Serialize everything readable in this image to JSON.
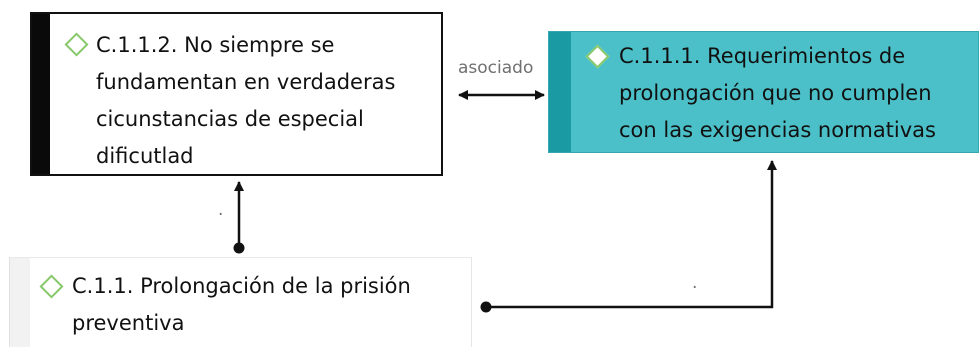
{
  "nodes": {
    "c112": {
      "text": "C.1.1.2. No siempre se\nfundamentan en verdaderas\ncicunstancias de especial\ndificutlad",
      "icon": "diamond-icon"
    },
    "c111": {
      "text": "C.1.1.1. Requerimientos de\nprolongación que no cumplen\ncon las exigencias normativas",
      "icon": "diamond-icon"
    },
    "c11": {
      "text": "C.1.1. Prolongación de la prisión\npreventiva",
      "icon": "diamond-icon"
    }
  },
  "edges": {
    "associated_label": "asociado",
    "vertical_label": ".",
    "elbow_label": "."
  },
  "colors": {
    "teal_fill": "#4bc0c8",
    "teal_bar": "#1a9aa2",
    "diamond_green": "#86c86a",
    "line": "#111111"
  }
}
